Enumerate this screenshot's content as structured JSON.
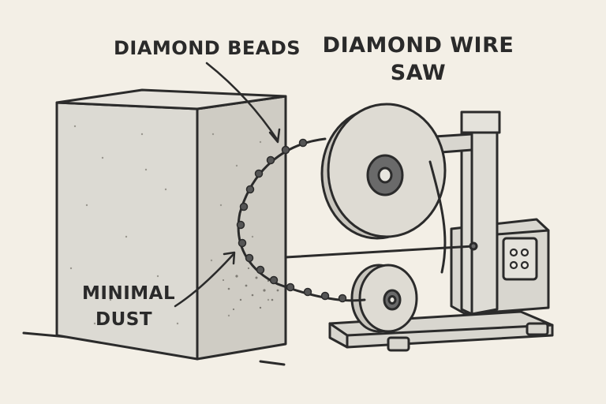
{
  "labels": {
    "diamond_beads": "DIAMOND BEADS",
    "title_line1": "DIAMOND WIRE",
    "title_line2": "SAW",
    "minimal_line1": "MINIMAL",
    "minimal_line2": "DUST"
  },
  "colors": {
    "background": "#f3efe6",
    "ink": "#2b2b2b",
    "stone_front": "#dcdad3",
    "stone_side": "#cfccc4",
    "stone_top": "#e6e3dc",
    "machine": "#d8d6cf",
    "wheel": "#dedbd3",
    "hub": "#6a6a6a"
  }
}
